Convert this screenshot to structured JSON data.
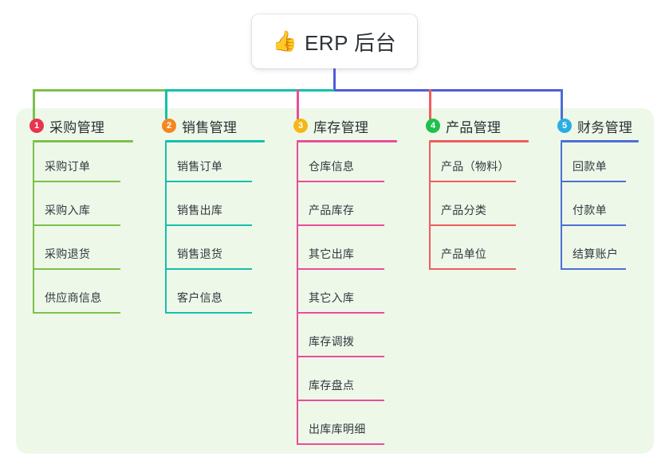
{
  "diagram": {
    "type": "mindmap",
    "title": "ERP 后台",
    "background_color": "#ffffff",
    "panel_color": "#eef8e9"
  },
  "root": {
    "emoji": "👍",
    "emoji_name": "thumbs-up-emoji",
    "label": "ERP 后台",
    "stem_color": "#4f5ed4"
  },
  "bus": {
    "segments": [
      {
        "name": "bus-segment-green",
        "color": "#7cc04b"
      },
      {
        "name": "bus-segment-teal",
        "color": "#14c0ac"
      },
      {
        "name": "bus-segment-blue",
        "color": "#4f5ed4"
      }
    ]
  },
  "branches": [
    {
      "number": "1",
      "label": "采购管理",
      "color": "#7cc04b",
      "badge_color": "#e8344e",
      "children": [
        {
          "label": "采购订单"
        },
        {
          "label": "采购入库"
        },
        {
          "label": "采购退货"
        },
        {
          "label": "供应商信息"
        }
      ]
    },
    {
      "number": "2",
      "label": "销售管理",
      "color": "#14c0ac",
      "badge_color": "#f5871f",
      "children": [
        {
          "label": "销售订单"
        },
        {
          "label": "销售出库"
        },
        {
          "label": "销售退货"
        },
        {
          "label": "客户信息"
        }
      ]
    },
    {
      "number": "3",
      "label": "库存管理",
      "color": "#ea4c9a",
      "badge_color": "#f5b717",
      "children": [
        {
          "label": "仓库信息"
        },
        {
          "label": "产品库存"
        },
        {
          "label": "其它出库"
        },
        {
          "label": "其它入库"
        },
        {
          "label": "库存调拨"
        },
        {
          "label": "库存盘点"
        },
        {
          "label": "出库库明细"
        }
      ]
    },
    {
      "number": "4",
      "label": "产品管理",
      "color": "#f15b5b",
      "badge_color": "#1fc04d",
      "children": [
        {
          "label": "产品（物料）"
        },
        {
          "label": "产品分类"
        },
        {
          "label": "产品单位"
        }
      ]
    },
    {
      "number": "5",
      "label": "财务管理",
      "color": "#4d6fd4",
      "badge_color": "#29aee4",
      "children": [
        {
          "label": "回款单"
        },
        {
          "label": "付款单"
        },
        {
          "label": "结算账户"
        }
      ]
    }
  ]
}
